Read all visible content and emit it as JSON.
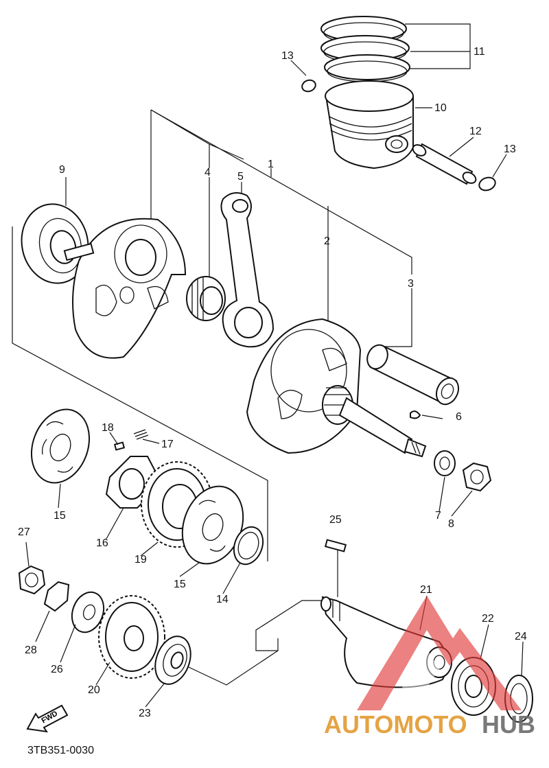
{
  "diagram_code": "3TB351-0030",
  "fwd_label": "FWD",
  "watermark": {
    "text_a": "AUTOMOTO",
    "text_b": "HUB",
    "color_a": "#e39a2f",
    "color_b": "#6b6b6b",
    "logo_color": "#e23a3a"
  },
  "callouts": [
    "1",
    "2",
    "3",
    "4",
    "5",
    "6",
    "7",
    "8",
    "9",
    "10",
    "11",
    "12",
    "13",
    "13",
    "14",
    "15",
    "15",
    "16",
    "17",
    "18",
    "19",
    "20",
    "21",
    "22",
    "23",
    "24",
    "25",
    "26",
    "27",
    "28"
  ]
}
